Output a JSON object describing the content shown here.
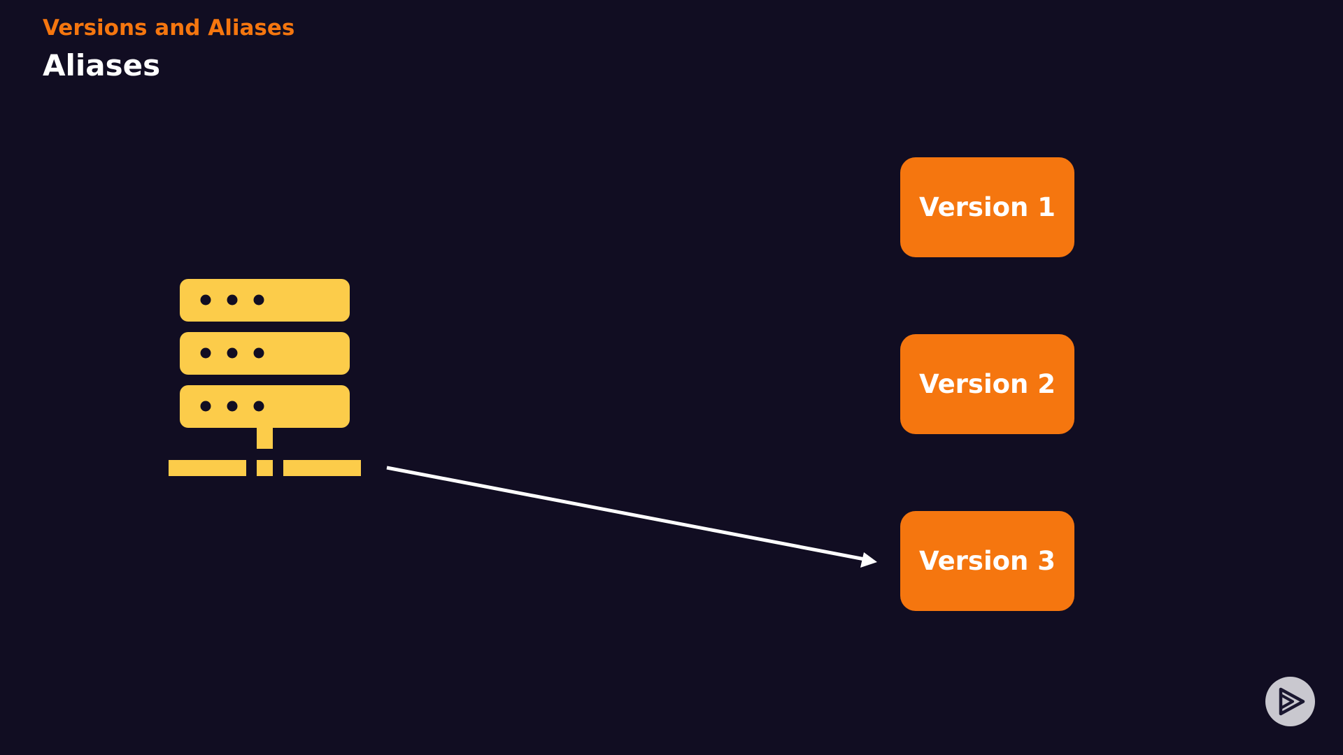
{
  "header": {
    "section_title": "Versions and Aliases",
    "slide_title": "Aliases"
  },
  "diagram": {
    "source_icon": "server-network-icon",
    "arrow_target": "Version 3",
    "versions": [
      {
        "label": "Version 1"
      },
      {
        "label": "Version 2"
      },
      {
        "label": "Version 3"
      }
    ]
  },
  "branding": {
    "logo_icon": "play-logo-icon"
  },
  "colors": {
    "background": "#110d22",
    "accent": "#f5760f",
    "server": "#fccc4a",
    "text": "#ffffff"
  }
}
